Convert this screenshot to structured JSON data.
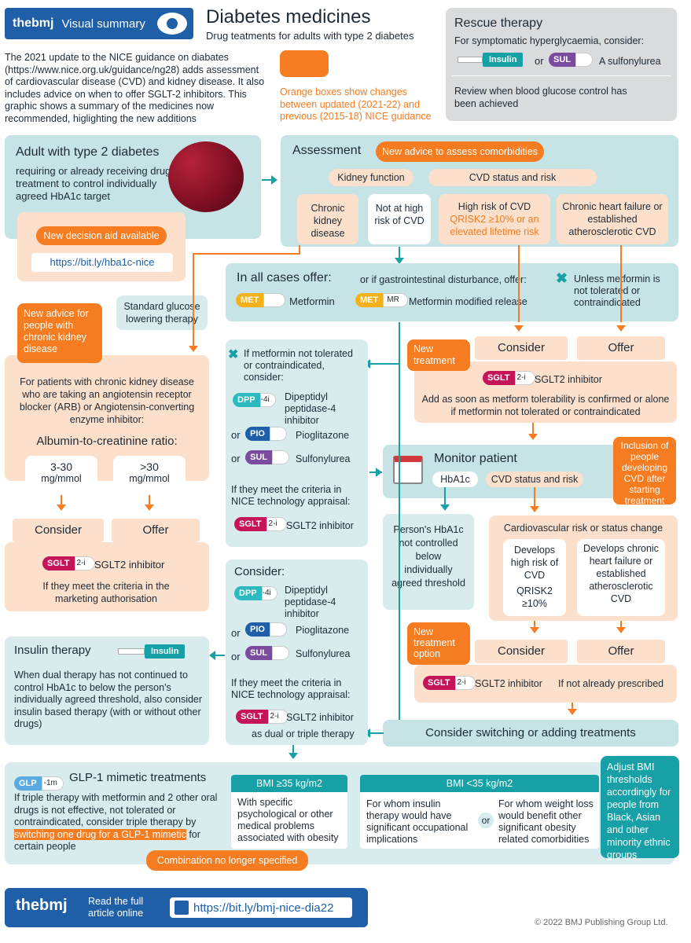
{
  "header": {
    "brand": "thebmj",
    "badge": "Visual summary",
    "title": "Diabetes medicines",
    "subtitle": "Drug teatments for adults with type 2 diabetes",
    "intro": "The 2021 update to the NICE guidance on diabates (https://www.nice.org.uk/guidance/ng28) adds assessment of cardiovascular disease (CVD) and kidney disease. It also includes advice on when to offer SGLT-2 inhibitors. This graphic shows a summary of the medicines now recommended, higlighting the new additions",
    "legend": "Orange boxes show changes between updated (2021-22) and previous (2015-18) NICE guidance"
  },
  "rescue": {
    "title": "Rescue therapy",
    "text": "For symptomatic hyperglycaemia, consider:",
    "insulin": "Insulin",
    "or": "or",
    "sul": "SUL",
    "sulfonylurea": "A sulfonylurea",
    "review": "Review when blood glucose control has been achieved"
  },
  "adult": {
    "title": "Adult with type 2 diabetes",
    "text": "requiring or already receiving drug treatment to control individually agreed HbA1c target",
    "decision": "New decision aid available",
    "link": "https://bit.ly/hba1c-nice"
  },
  "assessment": {
    "title": "Assessment",
    "new": "New advice to assess comorbidities",
    "kidney": "Kidney function",
    "cvd": "CVD status and risk",
    "ckd": "Chronic kidney disease",
    "notrisk": "Not at high risk of CVD",
    "highrisk": "High risk of CVD",
    "qrisk": "QRISK2 ≥10% or an elevated lifetime risk",
    "chf": "Chronic heart failure or established atherosclerotic CVD"
  },
  "allcases": {
    "title": "In all cases offer:",
    "met": "MET",
    "metformin": "Metformin",
    "gi": "or if gastrointestinal disturbance, offer:",
    "mr": "MR",
    "metmr": "Metformin modified release",
    "unless": "Unless metformin is not tolerated or contraindicated"
  },
  "standard": "Standard glucose lowering therapy",
  "ckdnew": "New advice for people with chronic kidney disease",
  "ckdbox": {
    "text": "For patients with chronic kidney disease who are taking an angiotensin receptor blocker (ARB) or Angiotensin-converting enzyme inhibitor:",
    "acr": "Albumin-to-creatinine ratio:",
    "r1": "3-30",
    "r1u": "mg/mmol",
    "r2": ">30",
    "r2u": "mg/mmol",
    "consider": "Consider",
    "offer": "Offer",
    "sglt": "SGLT2 inhibitor",
    "criteria": "If they meet the criteria in the marketing authorisation"
  },
  "notol": {
    "title": "If metformin not tolerated or contraindicated, consider:",
    "dpp": "Dipeptidyl peptidase-4 inhibitor",
    "or": "or",
    "pio": "Pioglitazone",
    "sul": "Sulfonylurea",
    "criteria": "If they meet the criteria in NICE technology appraisal:",
    "sglt": "SGLT2 inhibitor"
  },
  "sgltbox": {
    "new": "New treatment",
    "consider": "Consider",
    "offer": "Offer",
    "sglt": "SGLT2 inhibitor",
    "text": "Add as soon as metform tolerability is confirmed or alone if metformin not tolerated or contraindicated"
  },
  "monitor": {
    "title": "Monitor patient",
    "hba1c": "HbA1c",
    "cvd": "CVD status and risk",
    "inclusion": "Inclusion of people developing CVD after starting treatment",
    "notctrl": "Person's HbA1c not controlled below individually agreed threshold",
    "change": "Cardiovascular risk or status change",
    "highrisk": "Develops high risk of CVD",
    "qrisk": "QRISK2 ≥10%",
    "chf": "Develops chronic heart failure or established atherosclerotic CVD",
    "newopt": "New treatment option",
    "consider": "Consider",
    "offer": "Offer",
    "sglt": "SGLT2 inhibitor",
    "notpres": "If not already prescribed",
    "switch": "Consider switching or adding treatments"
  },
  "consider": {
    "title": "Consider:",
    "dpp": "Dipeptidyl peptidase-4 inhibitor",
    "or": "or",
    "pio": "Pioglitazone",
    "sul": "Sulfonylurea",
    "criteria": "If they meet the criteria in NICE technology appraisal:",
    "sglt": "SGLT2 inhibitor",
    "dual": "as dual or triple therapy"
  },
  "insulin": {
    "title": "Insulin therapy",
    "label": "Insulin",
    "text": "When dual therapy has not continued to control HbA1c to below the person's individually agreed threshold, also consider insulin based therapy (with or without other drugs)"
  },
  "glp": {
    "title": "GLP-1 mimetic treatments",
    "cap": "GLP",
    "suffix": "-1m",
    "text1": "If triple therapy with metformin and 2 other oral drugs is not effective, not tolerated or contraindicated, consider triple therapy by",
    "hl": "switching one drug for a GLP-1 mimetic",
    "text2": "for certain people",
    "combo": "Combination no longer specified",
    "bmi1": "BMI ≥35 kg/m2",
    "bmi1text": "With specific psychological or other medical problems associated with obesity",
    "bmi2": "BMI <35 kg/m2",
    "bmi2a": "For whom insulin therapy would have significant occupational implications",
    "or": "or",
    "bmi2b": "For whom weight loss would benefit other significant obesity related comorbidities",
    "adjust": "Adjust BMI thresholds accordingly for people from Black, Asian and other minority ethnic groups"
  },
  "footer": {
    "brand": "thebmj",
    "read": "Read the full article online",
    "link": "https://bit.ly/bmj-nice-dia22",
    "copy": "© 2022 BMJ Publishing Group Ltd."
  },
  "colors": {
    "teal": "#17a1a7",
    "orange": "#f57c20",
    "navy": "#1f5fa8"
  }
}
